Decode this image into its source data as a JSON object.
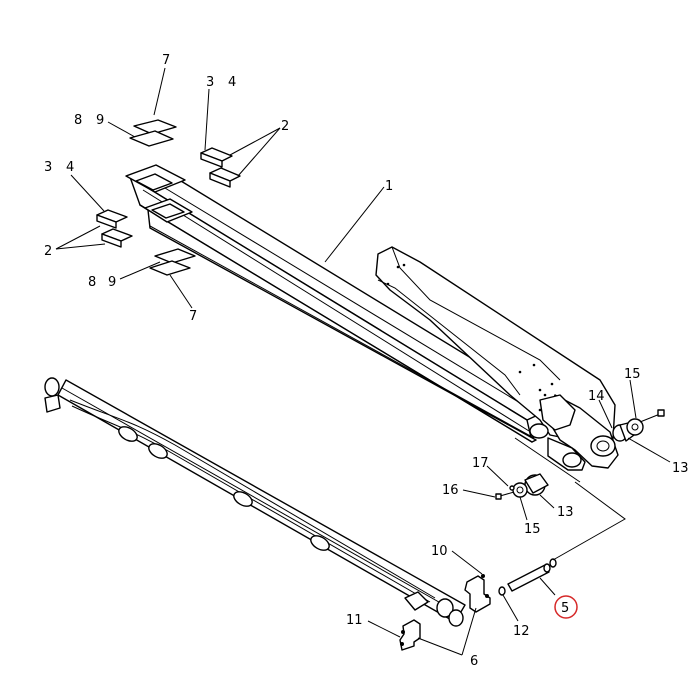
{
  "callouts": {
    "boom_section": "1",
    "pad_2_upper": "2",
    "pad_2_lower": "2",
    "pad_3_upper": "3",
    "pad_3_lower": "3",
    "pad_4_upper": "4",
    "pad_4_lower": "4",
    "pin_5": "5",
    "bracket_6": "6",
    "pad_7_upper": "7",
    "pad_7_lower": "7",
    "pad_8_upper": "8",
    "pad_8_lower": "8",
    "pad_9_upper": "9",
    "pad_9_lower": "9",
    "bolt_10": "10",
    "bolt_11": "11",
    "ring_12": "12",
    "bushing_13_right": "13",
    "bushing_13_center": "13",
    "bushing_14": "14",
    "washer_15_right": "15",
    "washer_15_center": "15",
    "bolt_16": "16",
    "bolt_17": "17"
  },
  "highlight": {
    "callout": "5",
    "color": "#d62828"
  },
  "colors": {
    "line": "#000000",
    "background": "#ffffff"
  }
}
